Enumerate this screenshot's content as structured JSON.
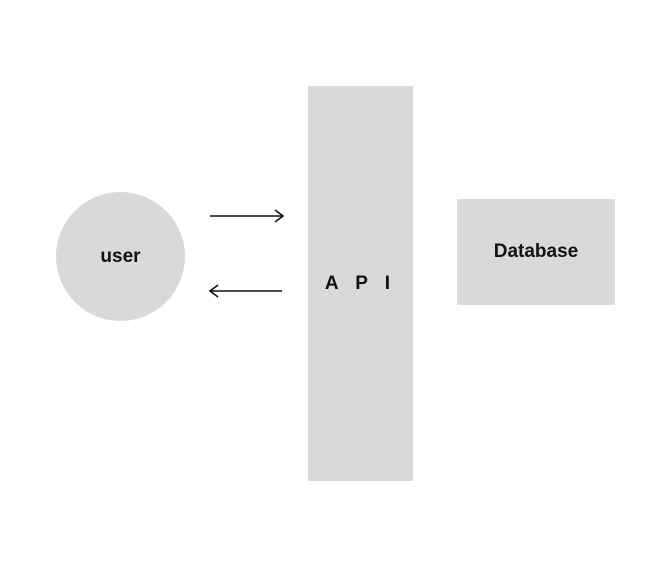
{
  "diagram": {
    "nodes": {
      "user": {
        "label": "user",
        "shape": "circle"
      },
      "api": {
        "label": "A P I",
        "shape": "rectangle"
      },
      "database": {
        "label": "Database",
        "shape": "rectangle"
      }
    },
    "edges": [
      {
        "from": "user",
        "to": "api",
        "direction": "right"
      },
      {
        "from": "api",
        "to": "user",
        "direction": "left"
      }
    ],
    "colors": {
      "node_fill": "#d9d9d9",
      "text": "#111111",
      "arrow": "#111111",
      "background": "#ffffff"
    }
  }
}
